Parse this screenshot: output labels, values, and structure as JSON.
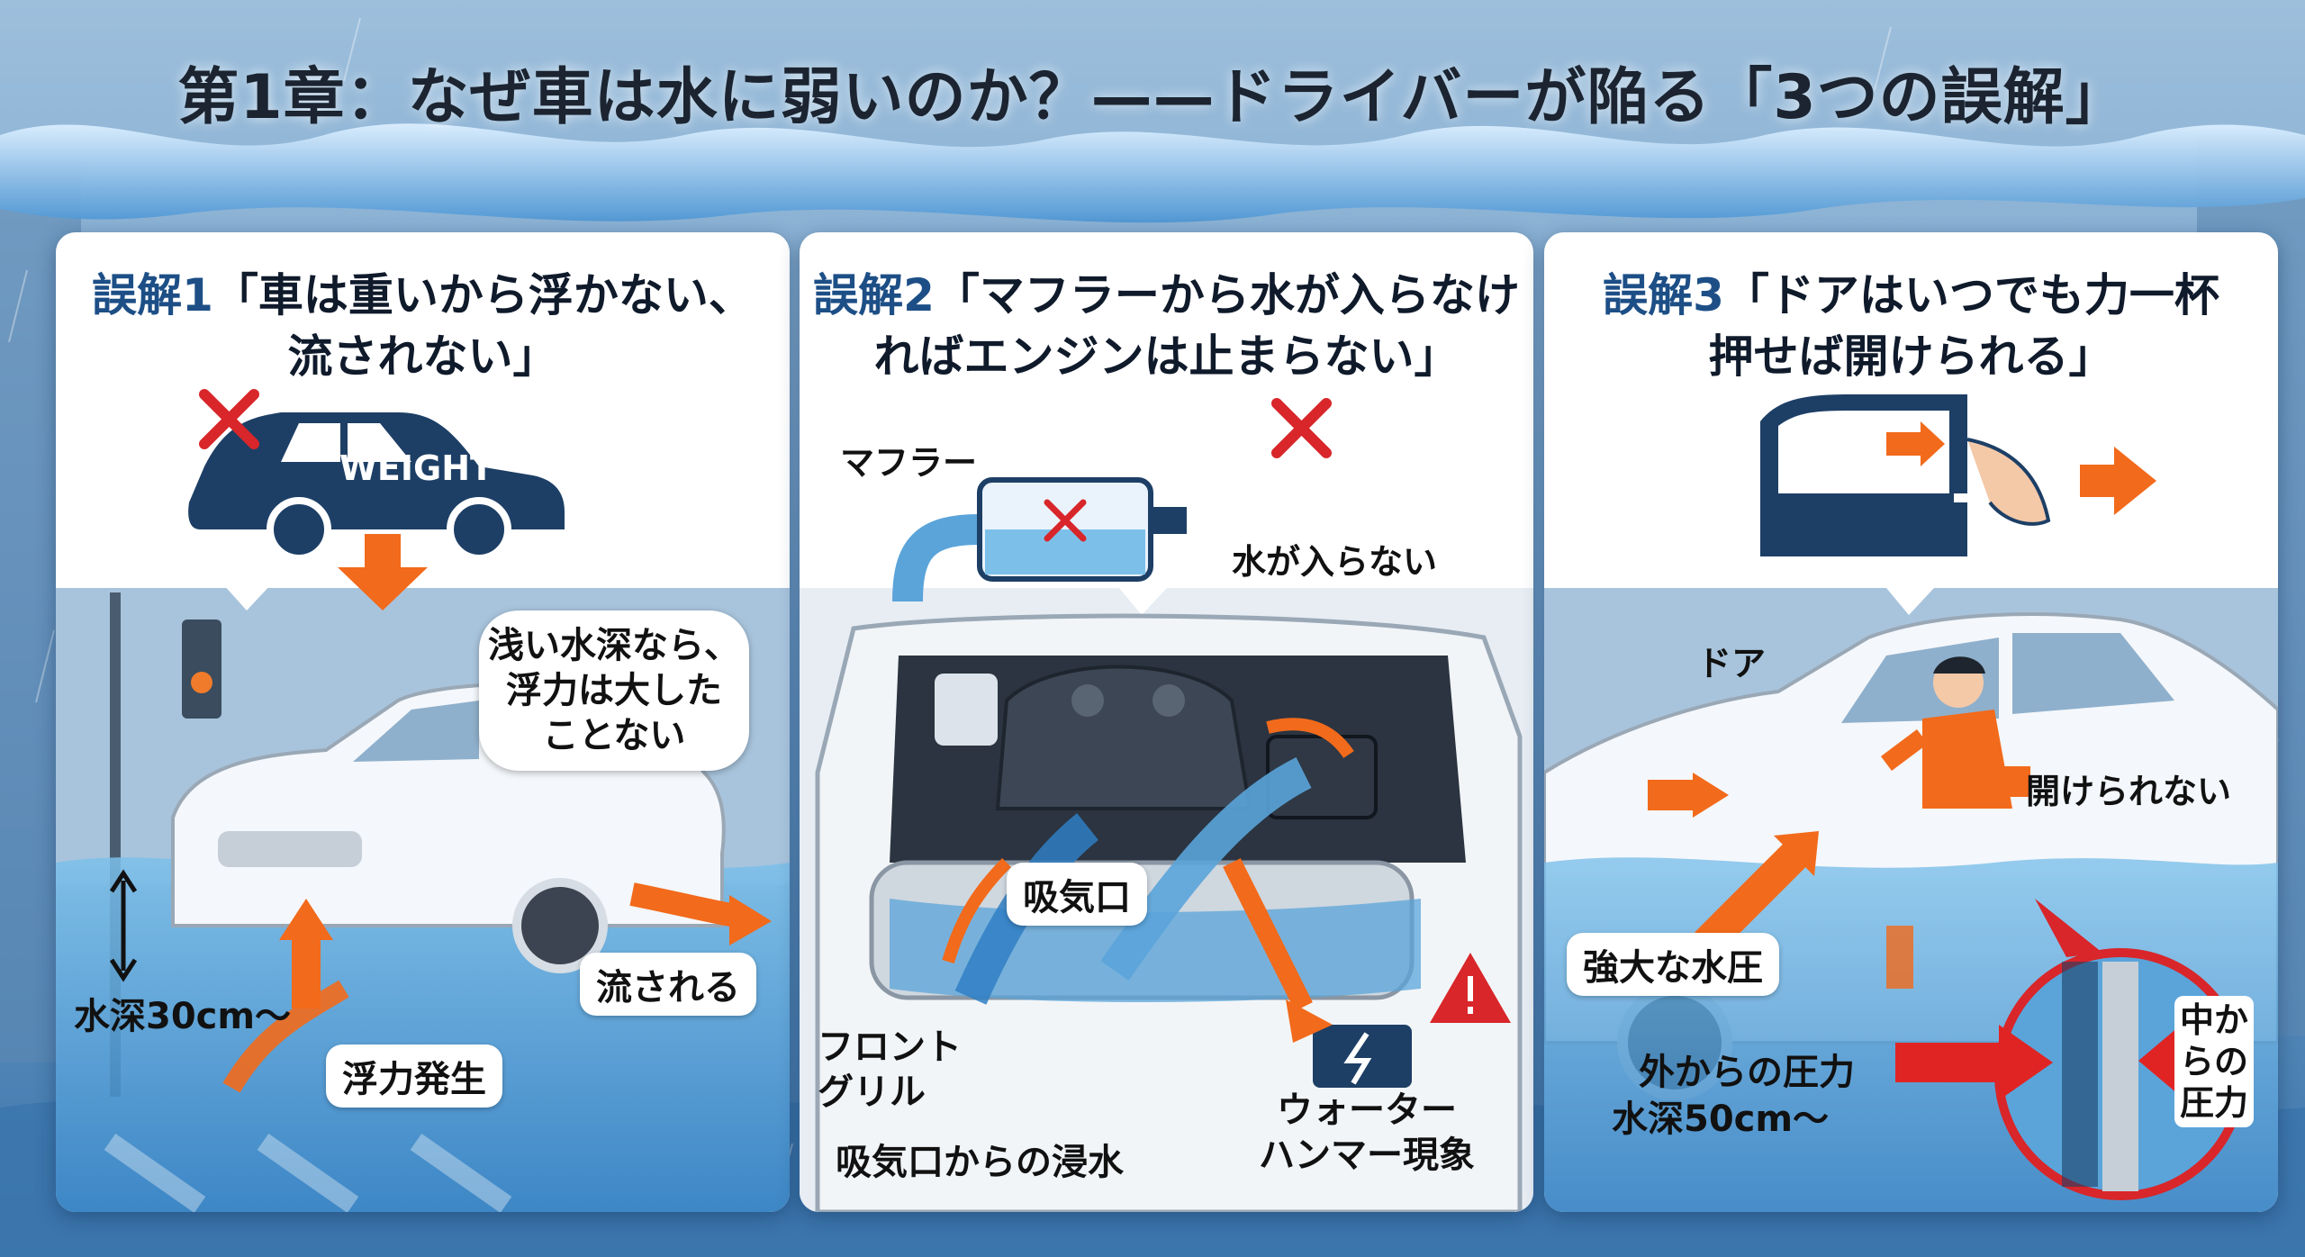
{
  "title": "第1章：なぜ車は水に弱いのか？——ドライバーが陥る「3つの誤解」",
  "colors": {
    "accent": "#1d4f86",
    "water": "#5aa4da",
    "arrow": "#f26a1b",
    "cross": "#d8262a",
    "force": "#e02424"
  },
  "panels": [
    {
      "num": "誤解1",
      "line1": "「車は重いから浮かない、",
      "line2": "流されない」",
      "car_text": "WEIGHT",
      "bubble": [
        "浅い水深なら、",
        "浮力は大した",
        "ことない"
      ],
      "depth": "水深30cm〜",
      "buoyancy": "浮力発生",
      "swept": "流される"
    },
    {
      "num": "誤解2",
      "line1": "「マフラーから水が入らなけ",
      "line2": "ればエンジンは止まらない」",
      "muffler": "マフラー",
      "no_water": "水が入らない",
      "intake": "吸気口",
      "grille": [
        "フロント",
        "グリル"
      ],
      "flooding": "吸気口からの浸水",
      "hammer": [
        "ウォーター",
        "ハンマー現象"
      ]
    },
    {
      "num": "誤解3",
      "line1": "「ドアはいつでも力一杯",
      "line2": "押せば開けられる」",
      "door": "ドア",
      "cannot_open": "開けられない",
      "pressure": "強大な水圧",
      "outside": "外からの圧力",
      "depth": "水深50cm〜",
      "inside": [
        "中か",
        "らの",
        "圧力"
      ]
    }
  ]
}
